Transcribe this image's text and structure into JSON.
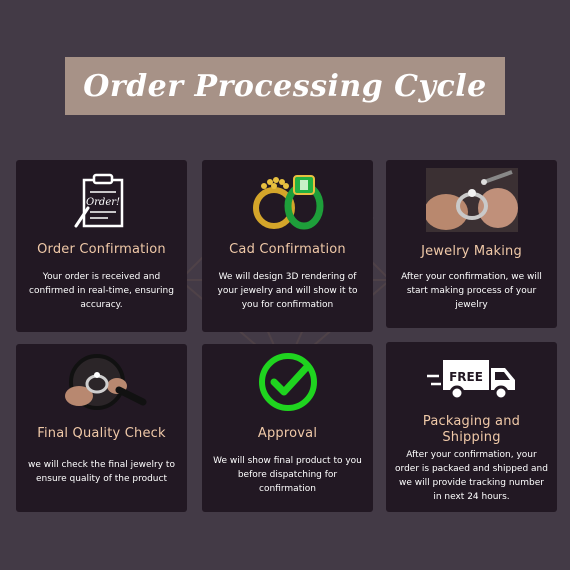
{
  "title": "Order Processing Cycle",
  "colors": {
    "background": "#433a46",
    "banner": "#a79287",
    "card": "#221823",
    "heading": "#f0c9a8",
    "check_green": "#1fd41f"
  },
  "cards": [
    {
      "icon": "order-clipboard-icon",
      "icon_text": "Order!",
      "heading": "Order Confirmation",
      "description": "Your order is received and confirmed in real-time, ensuring accuracy."
    },
    {
      "icon": "ring-render-icon",
      "heading": "Cad Confirmation",
      "description": "We will design 3D rendering of your jewelry and will show it to you for confirmation"
    },
    {
      "icon": "jewelry-making-icon",
      "heading": "Jewelry Making",
      "description": "After your confirmation, we will start making process of your jewelry"
    },
    {
      "icon": "magnifier-ring-icon",
      "heading": "Final Quality Check",
      "description": "we will check the final jewelry to ensure quality of the product"
    },
    {
      "icon": "checkmark-icon",
      "heading": "Approval",
      "description": "We will show final product to you before dispatching for confirmation"
    },
    {
      "icon": "delivery-truck-icon",
      "icon_text": "FREE",
      "heading": "Packaging and Shipping",
      "description": "After your confirmation, your order is packaed and shipped and we will provide tracking number in next 24 hours."
    }
  ]
}
